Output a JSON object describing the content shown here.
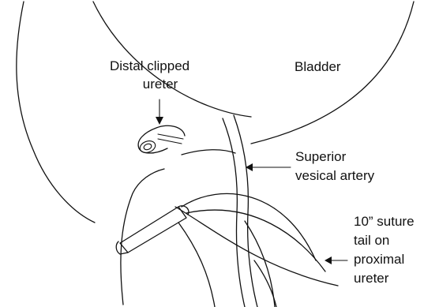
{
  "labels": {
    "distal_line1": "Distal clipped",
    "distal_line2": "ureter",
    "bladder": "Bladder",
    "artery_line1": "Superior",
    "artery_line2": "vesical artery",
    "suture_line1": "10” suture",
    "suture_line2": "tail on",
    "suture_line3": "proximal",
    "suture_line4": "ureter"
  }
}
